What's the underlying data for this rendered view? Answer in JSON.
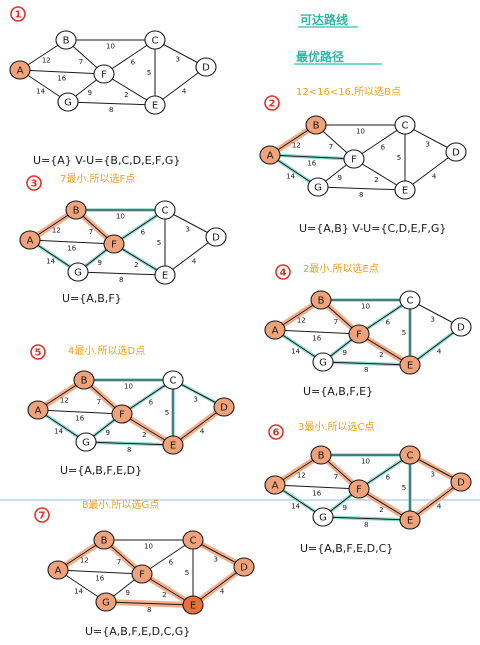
{
  "titles": {
    "feasible": "可达路线",
    "optimal": "最优路径"
  },
  "accent_colors": {
    "teal": "#7fd8cc",
    "orange": "#f0a27a",
    "orange_strong": "#e8703e",
    "title": "#2fb8a8",
    "step": "#e0332a",
    "note": "#f0a020"
  },
  "nodes": [
    "A",
    "B",
    "F",
    "G",
    "C",
    "E",
    "D"
  ],
  "edges": [
    {
      "from": "A",
      "to": "B",
      "w": "12"
    },
    {
      "from": "A",
      "to": "F",
      "w": "16"
    },
    {
      "from": "A",
      "to": "G",
      "w": "14"
    },
    {
      "from": "B",
      "to": "F",
      "w": "7"
    },
    {
      "from": "B",
      "to": "C",
      "w": "10"
    },
    {
      "from": "G",
      "to": "F",
      "w": "9"
    },
    {
      "from": "G",
      "to": "E",
      "w": "8"
    },
    {
      "from": "F",
      "to": "C",
      "w": "6"
    },
    {
      "from": "F",
      "to": "E",
      "w": "2"
    },
    {
      "from": "C",
      "to": "E",
      "w": "5"
    },
    {
      "from": "C",
      "to": "D",
      "w": "3"
    },
    {
      "from": "E",
      "to": "D",
      "w": "4"
    }
  ],
  "steps": [
    {
      "num": "1",
      "note": "",
      "u": "U={A}   V-U={B,C,D,E,F,G}",
      "hl": [
        "A"
      ],
      "teal": [],
      "orange": [],
      "strong": []
    },
    {
      "num": "2",
      "note": "12<16<16.所以选B点",
      "u": "U={A,B}  V-U={C,D,E,F,G}",
      "hl": [
        "A",
        "B"
      ],
      "teal": [
        "A-F",
        "A-G"
      ],
      "orange": [
        "A-B"
      ],
      "strong": []
    },
    {
      "num": "3",
      "note": "7最小.所以选F点",
      "u": "U={A,B,F}",
      "hl": [
        "A",
        "B",
        "F"
      ],
      "teal": [
        "B-C",
        "F-C",
        "G-F",
        "A-G",
        "F-E"
      ],
      "orange": [
        "A-B",
        "B-F"
      ],
      "strong": []
    },
    {
      "num": "4",
      "note": "2最小.所以选E点",
      "u": "U={A,B,F,E}",
      "hl": [
        "A",
        "B",
        "F",
        "E"
      ],
      "teal": [
        "G-F",
        "A-G",
        "G-E",
        "C-E",
        "E-D",
        "F-C",
        "B-C"
      ],
      "orange": [
        "A-B",
        "B-F",
        "F-E"
      ],
      "strong": []
    },
    {
      "num": "5",
      "note": "4最小.所以选D点",
      "u": "U={A,B,F,E,D}",
      "hl": [
        "A",
        "B",
        "F",
        "E",
        "D"
      ],
      "teal": [
        "G-F",
        "A-G",
        "G-E",
        "C-E",
        "C-D",
        "F-C",
        "B-C"
      ],
      "orange": [
        "A-B",
        "B-F",
        "F-E",
        "E-D"
      ],
      "strong": []
    },
    {
      "num": "6",
      "note": "3最小.所以选C点",
      "u": "U={A,B,F,E,D,C}",
      "hl": [
        "A",
        "B",
        "F",
        "E",
        "D",
        "C"
      ],
      "teal": [
        "G-F",
        "A-G",
        "G-E",
        "B-C",
        "F-C",
        "C-E"
      ],
      "orange": [
        "A-B",
        "B-F",
        "F-E",
        "E-D",
        "C-D"
      ],
      "strong": []
    },
    {
      "num": "7",
      "note": "8最小.所以选G点",
      "u": "U={A,B,F,E,D,C,G}",
      "hl": [
        "A",
        "B",
        "F",
        "E",
        "D",
        "C",
        "G"
      ],
      "teal": [],
      "orange": [
        "A-B",
        "B-F",
        "F-E",
        "E-D",
        "C-D",
        "G-E"
      ],
      "strong": [
        "E"
      ]
    }
  ]
}
